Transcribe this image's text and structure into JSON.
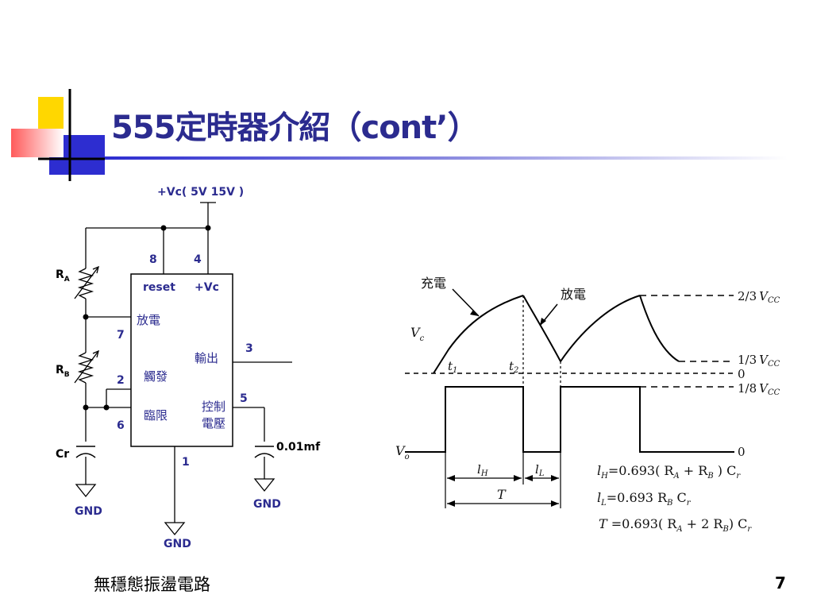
{
  "slide": {
    "title": "555定時器介紹（cont’）",
    "footer": "無穩態振盪電路",
    "page_number": "7"
  },
  "colors": {
    "title_blue": "#2b2b8f",
    "deco_yellow": "#ffd700",
    "deco_blue": "#2d2dd0",
    "deco_red": "#ff5a5a"
  },
  "circuit": {
    "supply": "+Vc( 5V 15V )",
    "resistor_a": "R",
    "resistor_a_sub": "A",
    "resistor_b": "R",
    "resistor_b_sub": "B",
    "capacitor": "Cr",
    "control_cap": "0.01mf",
    "gnd": "GND",
    "pins": {
      "p8": "8",
      "p4": "4",
      "p7": "7",
      "p3": "3",
      "p2": "2",
      "p6": "6",
      "p5": "5",
      "p1": "1"
    },
    "ic": {
      "reset": "reset",
      "vc": "+Vc",
      "discharge": "放電",
      "output": "輸出",
      "trigger": "觸發",
      "threshold": "臨限",
      "control_1": "控制",
      "control_2": "電壓"
    }
  },
  "waveform": {
    "charge": "充電",
    "discharge": "放電",
    "level_23": "2/3",
    "level_13": "1/3",
    "level_18": "1/8",
    "vcc": "V",
    "vcc_sub": "CC",
    "zero": "0",
    "vc": "V",
    "vc_sub": "c",
    "vo": "V",
    "vo_sub": "o",
    "t1": "t",
    "t1_sub": "1",
    "t2": "t",
    "t2_sub": "2",
    "lh": "l",
    "lh_sub": "H",
    "ll": "l",
    "ll_sub": "L",
    "period": "T"
  },
  "formulas": {
    "f1_lhs": "l",
    "f1_lhs_sub": "H",
    "f1_rhs": "=0.693( R",
    "f1_a": "A",
    "f1_plus": " + R",
    "f1_b": "B",
    "f1_tail": " ) C",
    "f1_r": "r",
    "f2_lhs": "l",
    "f2_lhs_sub": "L",
    "f2_rhs": "=0.693 R",
    "f2_b": "B",
    "f2_tail": " C",
    "f2_r": "r",
    "f3_lhs": "T",
    "f3_rhs": " =0.693( R",
    "f3_a": "A",
    "f3_plus": " + 2 R",
    "f3_b": "B",
    "f3_tail": ") C",
    "f3_r": "r"
  }
}
